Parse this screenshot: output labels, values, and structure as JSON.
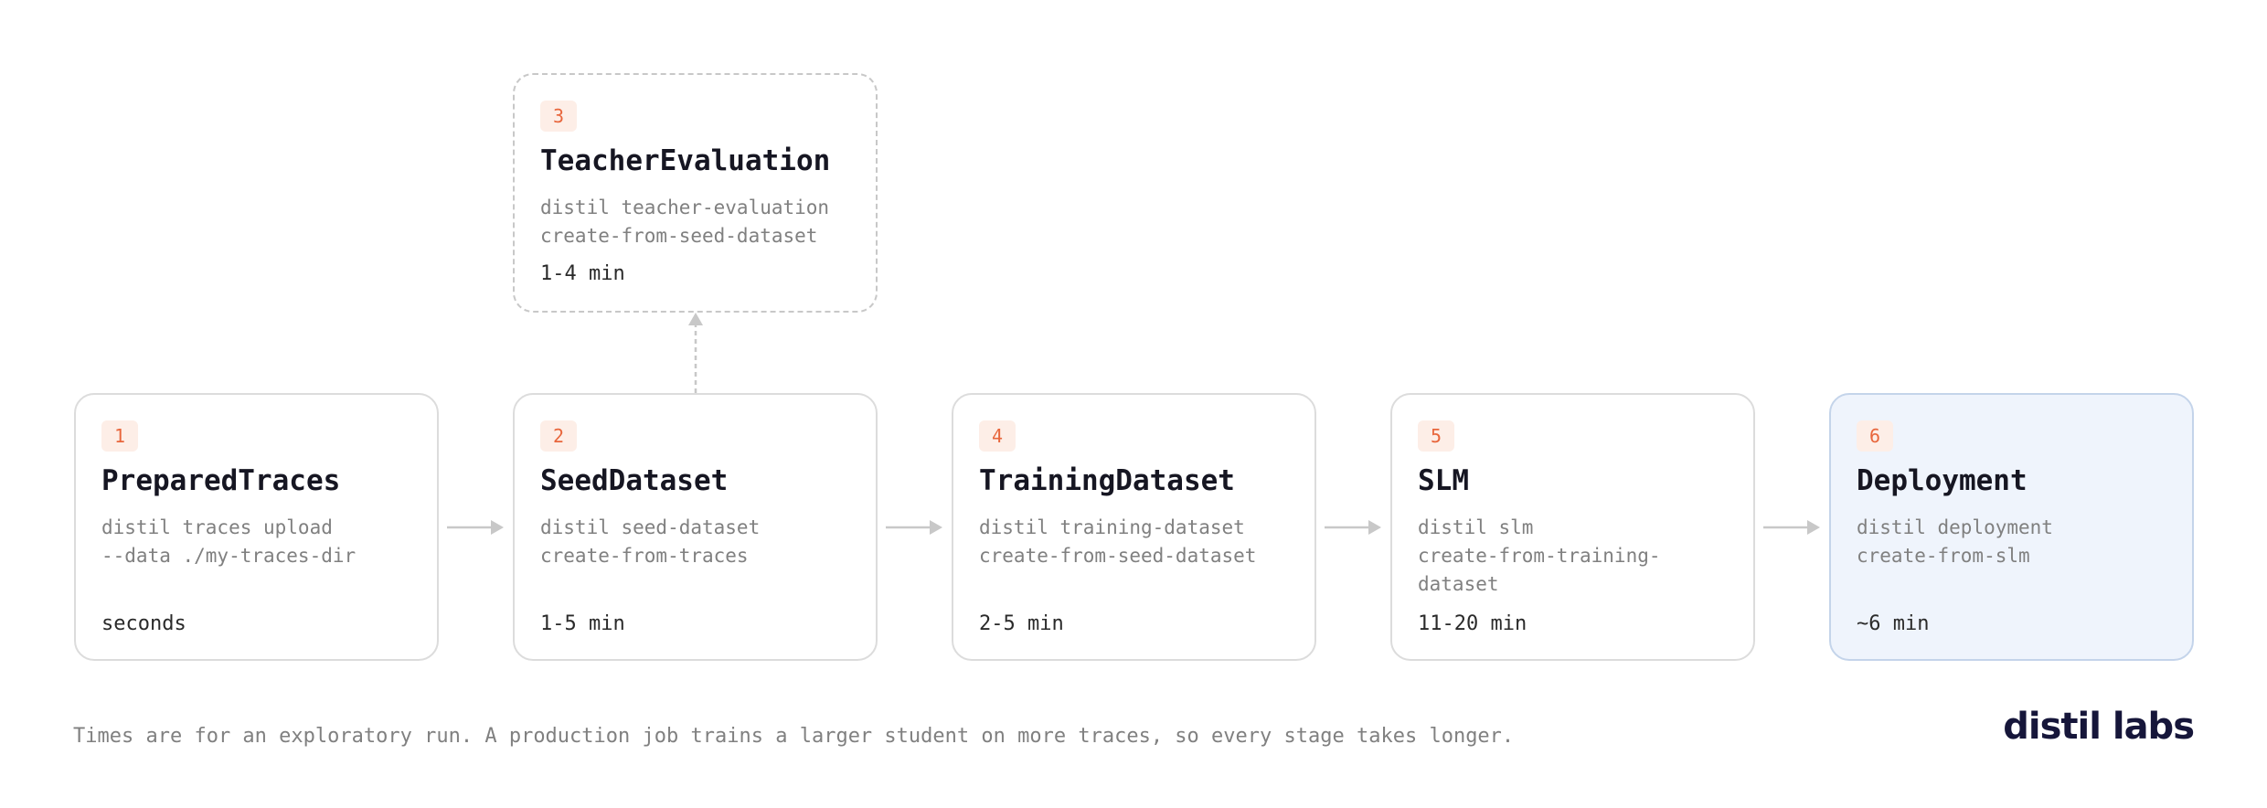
{
  "stages": [
    {
      "number": "1",
      "name": "PreparedTraces",
      "command_lines": [
        "distil traces upload",
        "--data ./my-traces-dir",
        ""
      ],
      "time": "seconds"
    },
    {
      "number": "2",
      "name": "SeedDataset",
      "command_lines": [
        "distil seed-dataset",
        "create-from-traces",
        ""
      ],
      "time": "1-5 min"
    },
    {
      "number": "3",
      "name": "TeacherEvaluation",
      "command_lines": [
        "distil teacher-evaluation",
        "create-from-seed-dataset"
      ],
      "time": "1-4 min"
    },
    {
      "number": "4",
      "name": "TrainingDataset",
      "command_lines": [
        "distil training-dataset",
        "create-from-seed-dataset",
        ""
      ],
      "time": "2-5 min"
    },
    {
      "number": "5",
      "name": "SLM",
      "command_lines": [
        "distil slm",
        "create-from-training-",
        "dataset"
      ],
      "time": "11-20 min"
    },
    {
      "number": "6",
      "name": "Deployment",
      "command_lines": [
        "distil deployment",
        "create-from-slm",
        ""
      ],
      "time": "~6 min"
    }
  ],
  "footnote": "Times are for an exploratory run. A production job trains a larger student on more traces, so every stage takes longer.",
  "logo_text": "distil labs",
  "colors": {
    "badge_text": "#e8663c",
    "badge_bg": "#fdeee7",
    "highlight_bg": "#eff4fc",
    "connector": "#c8c8c8"
  }
}
